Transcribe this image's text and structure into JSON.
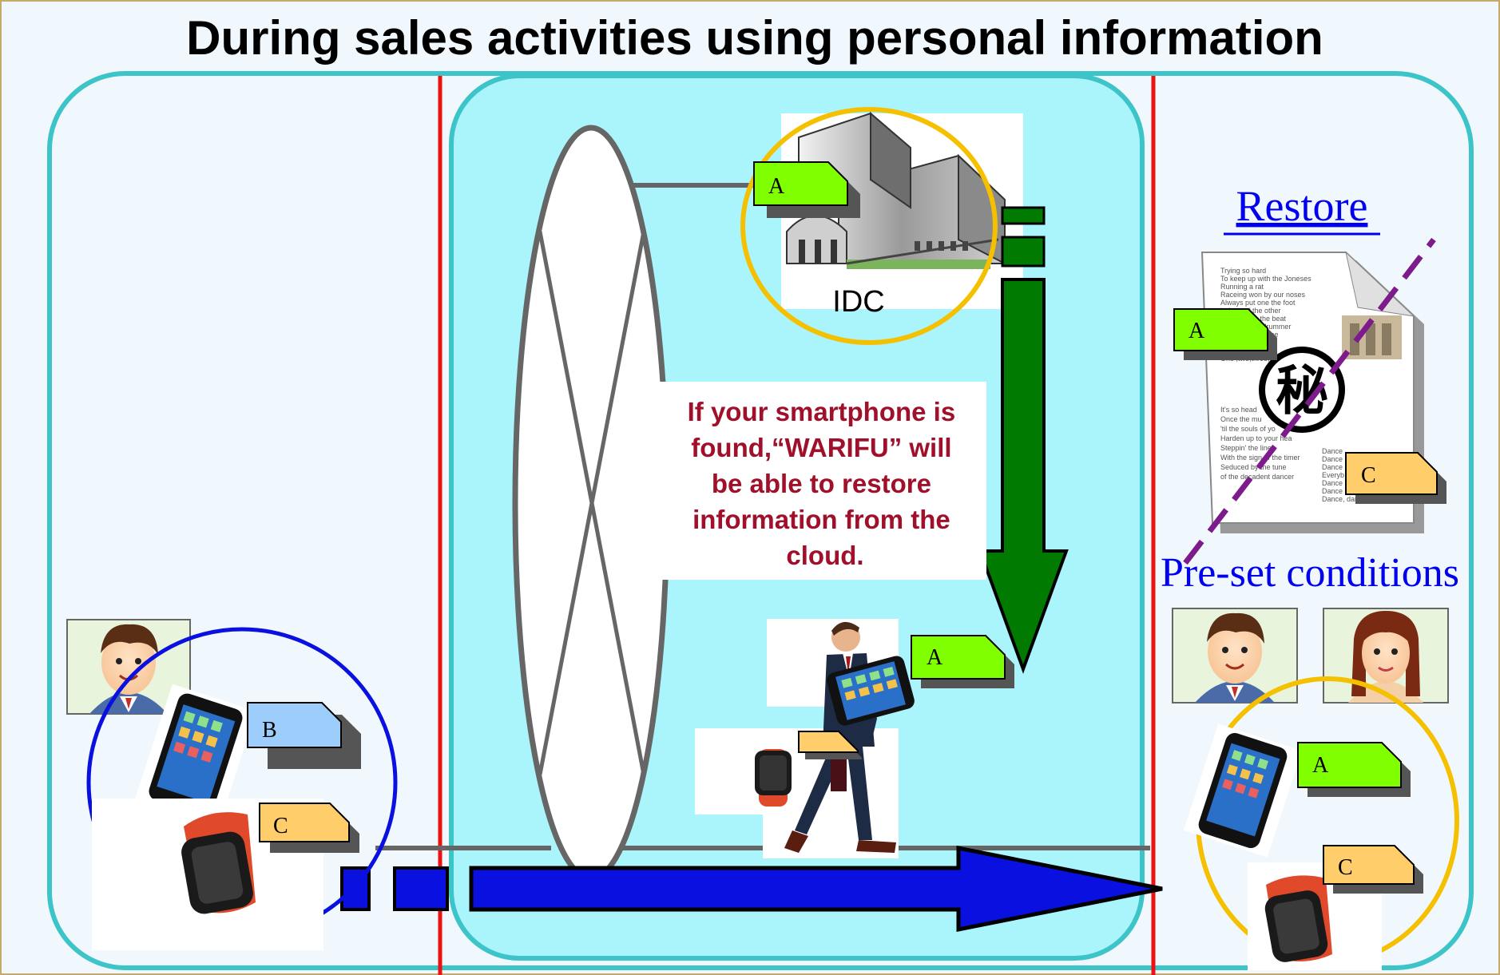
{
  "title": "During sales activities using personal information",
  "idc_label": "IDC",
  "message_lines": [
    "If  your smartphone is",
    "found,“WARIFU” will",
    "be able to restore",
    "information  from the",
    "cloud."
  ],
  "restore_label": "Restore",
  "preset_label": "Pre-set conditions",
  "tags": {
    "a": "A",
    "b": "B",
    "c": "C"
  },
  "secret_mark": "秘",
  "document_lines": [
    "Trying so hard",
    "To keep up with the Joneses",
    "Running a rat",
    "Raceing won by our noses",
    "Always put one the foot",
    "in front of the other",
    "Marching to the beat",
    "of a different drummer",
    "Calling to the tune",
    "Never gonna",
    "It's the same",
    "One ,two,three,",
    "It's so head",
    "Once the mu",
    "'til the souls of yo",
    "Harden up to your hea",
    "Steppin' the line",
    "With the sign of the timer",
    "Seduced by the tune",
    "of the decadent dancer"
  ],
  "document_side_lines": [
    "Dance",
    "Dance",
    "Dance",
    "Everyb",
    "Dance",
    "Dance",
    "Dance, dance, dance"
  ],
  "colors": {
    "outer_border": "#3cc4c8",
    "cloud_panel": "#aaf4fb",
    "divider": "#ee1111",
    "tag_a": "#7fff00",
    "tag_b": "#9ccdfb",
    "tag_c": "#ffce6a",
    "arrow_green": "#007a00",
    "arrow_blue": "#0a10e0",
    "circle_blue": "#0a10e0",
    "circle_orange": "#f5c000",
    "dash_purple": "#7d1a8c",
    "message": "#a0102a"
  }
}
